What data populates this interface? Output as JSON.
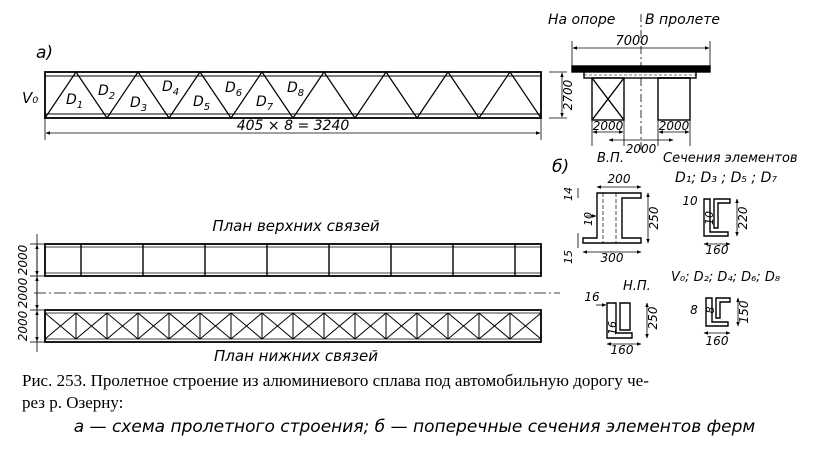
{
  "part_a": {
    "marker": "а)",
    "support_label": "V₀",
    "diagonals": [
      "D",
      "D",
      "D",
      "D",
      "D",
      "D",
      "D",
      "D"
    ],
    "diagonal_subs": [
      "1",
      "2",
      "3",
      "4",
      "5",
      "6",
      "7",
      "8"
    ],
    "span_dim": "405 × 8 = 3240",
    "height_dim": "2700"
  },
  "cross_section": {
    "label_support": "На опоре",
    "label_span": "В пролете",
    "width_dim": "7000",
    "dim_left": "2000",
    "dim_mid": "2000",
    "dim_right": "2000"
  },
  "plans": {
    "upper_title": "План верхних связей",
    "lower_title": "План нижних связей",
    "dim_top": "2000",
    "dim_mid": "2000",
    "dim_bottom": "2000"
  },
  "part_b": {
    "marker": "б)",
    "vp_label": "В.П.",
    "np_label": "Н.П.",
    "sections_title": "Сечения элементов",
    "sections_d_odd": "D₁; D₃ ; D₅ ; D₇",
    "sections_d_even": "V₀; D₂; D₄; D₆; D₈",
    "vp_dims": {
      "top": "200",
      "left_top": "14",
      "inner": "10",
      "left_bottom": "15",
      "bottom": "300",
      "height": "250"
    },
    "np_dims": {
      "web": "16",
      "flange": "16",
      "bottom": "160",
      "height": "250"
    },
    "d_odd_dims": {
      "web": "10",
      "inner": "10",
      "bottom": "160",
      "height": "220"
    },
    "d_even_dims": {
      "web": "8",
      "inner": "8",
      "bottom": "160",
      "height": "150"
    }
  },
  "caption": {
    "line1": "Рис. 253. Пролетное строение из алюминиевого сплава под автомобильную дорогу че-",
    "line2": "рез р. Озерну:",
    "line3": "а — схема пролетного строения; б — поперечные сечения элементов ферм"
  }
}
